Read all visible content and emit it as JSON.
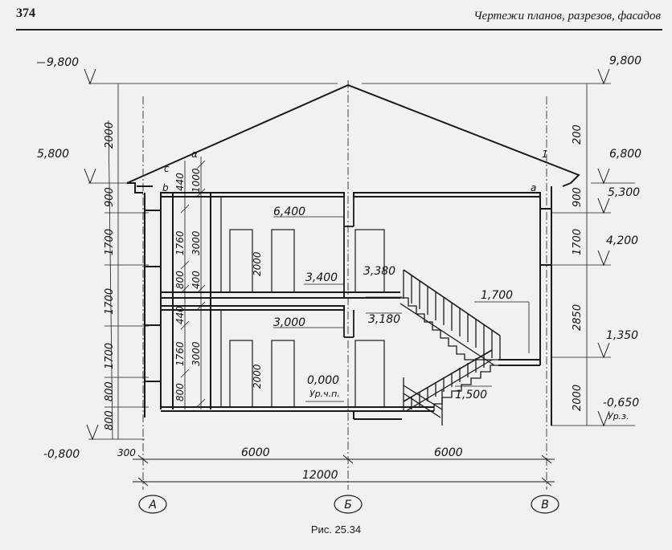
{
  "header": {
    "page_number": "374",
    "running_title": "Чертежи планов, разрезов, фасадов"
  },
  "caption": "Рис. 25.34",
  "drawing": {
    "levels": {
      "top_left": "9,800",
      "top_right": "9,800",
      "eaves_left": "5,800",
      "eaves_right": "6,800",
      "right_a": "5,300",
      "right_b": "4,200",
      "right_c": "1,350",
      "ground_right": "-0,650",
      "ground_right_note": "Ур.з.",
      "ground_left": "-0,800",
      "floor2_ceiling": "6,400",
      "floor1_ceiling": "3,400",
      "floor2": "3,000",
      "floor0": "0,000",
      "floor0_note": "Ур.ч.п.",
      "stair_top": "3,380",
      "stair_beam": "3,180",
      "landing_high": "1,700",
      "landing_low": "1,500"
    },
    "left_dims": [
      "2000",
      "900",
      "1700",
      "1700",
      "1700",
      "800",
      "800"
    ],
    "right_dims": [
      "200",
      "900",
      "1700",
      "2850",
      "2000"
    ],
    "wall_dims": [
      "440",
      "1000",
      "1760",
      "3000",
      "800",
      "400",
      "440",
      "1760",
      "3000",
      "800"
    ],
    "opening_dims": [
      "2000",
      "2000"
    ],
    "markers": [
      "1",
      "a",
      "c",
      "b",
      "α"
    ],
    "bottom_dims": {
      "offset": "300",
      "span_left": "6000",
      "span_right": "6000",
      "total": "12000"
    },
    "axes": [
      "А",
      "Б",
      "В"
    ]
  }
}
